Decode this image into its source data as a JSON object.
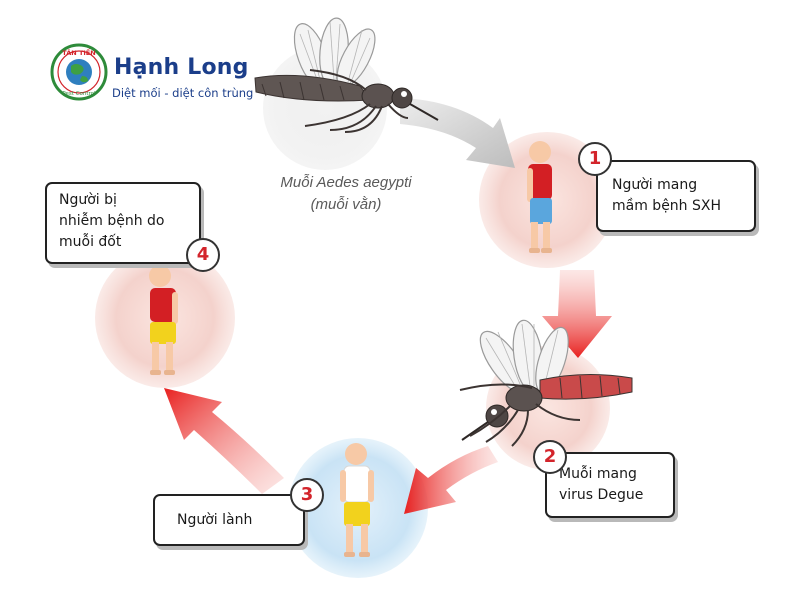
{
  "brand": {
    "logo_ring_text": "TÂN TIẾN",
    "logo_bottom_text": "Pest Control",
    "name": "Hạnh Long",
    "tagline": "Diệt mối - diệt côn trùng"
  },
  "mosquito_caption": {
    "line1": "Muỗi Aedes aegypti",
    "line2": "(muỗi vằn)"
  },
  "steps": [
    {
      "number": "1",
      "lines": [
        "Người mang",
        "mầm bệnh SXH"
      ]
    },
    {
      "number": "2",
      "lines": [
        "Muỗi mang",
        "virus Degue"
      ]
    },
    {
      "number": "3",
      "lines": [
        "Người lành"
      ]
    },
    {
      "number": "4",
      "lines": [
        "Người bị",
        "nhiễm bệnh do",
        "muỗi đốt"
      ]
    }
  ],
  "colors": {
    "brand_blue": "#1b3e8a",
    "logo_green": "#2e8b3a",
    "arrow_red": "#e8201f",
    "arrow_gray": "#c8c8c8",
    "badge_red": "#d3242b",
    "pink_disc": "#f6d8d4",
    "blue_disc": "#cfe6f7",
    "shirt_red": "#d31f24",
    "pants_blue": "#5aa6dd",
    "pants_yellow": "#f2d21d",
    "skin": "#f7c9a6"
  }
}
